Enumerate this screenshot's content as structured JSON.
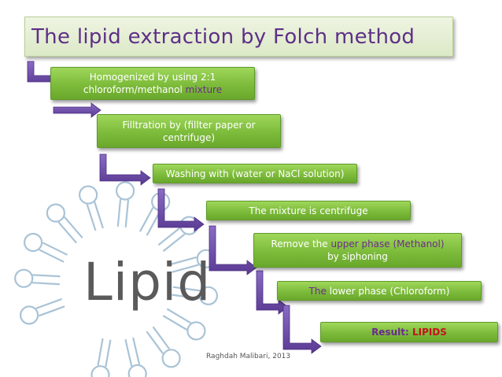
{
  "title": "The lipid extraction by Folch method",
  "steps": [
    {
      "text_a": "Homogenized by using 2:1",
      "text_b": "chloroform/methanol ",
      "text_b_hl": "mixture"
    },
    {
      "line1": "Filltration by (fillter paper or",
      "line2": "centrifuge)"
    },
    {
      "text": "Washing with (water or NaCl solution)"
    },
    {
      "text": "The mixture is centrifuge"
    },
    {
      "pre": "Remove the ",
      "hl": "upper phase (Methanol)",
      "line2": "by siphoning"
    },
    {
      "hl": "The",
      "rest": " lower phase  (Chloroform)"
    },
    {
      "label": "Result: ",
      "value": "LIPIDS"
    }
  ],
  "logo_word": "Lipid",
  "credit": "Raghdah Malibari, 2013",
  "colors": {
    "title_text": "#5d2f86",
    "step_green": "#7dbb3b",
    "arrow_purple": "#6e4aa8",
    "result_red": "#c4121e"
  }
}
